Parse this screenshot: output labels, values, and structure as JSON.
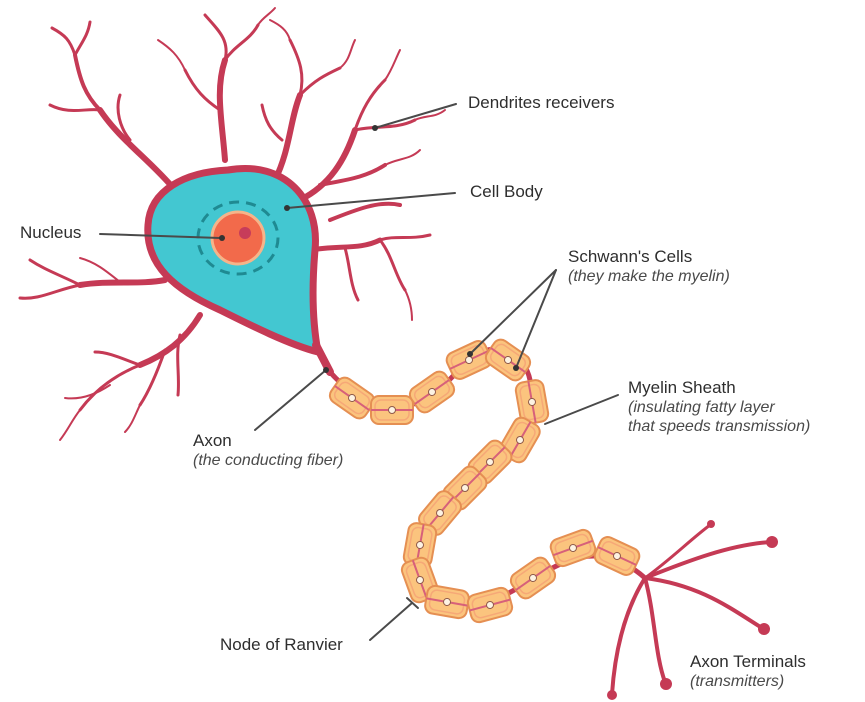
{
  "labels": {
    "dendrites": "Dendrites receivers",
    "cell_body": "Cell Body",
    "nucleus": "Nucleus",
    "schwann_title": "Schwann's Cells",
    "schwann_sub": "(they make the myelin)",
    "myelin_title": "Myelin Sheath",
    "myelin_sub_1": "(insulating fatty layer",
    "myelin_sub_2": "that speeds transmission)",
    "axon_title": "Axon",
    "axon_sub": "(the conducting fiber)",
    "node": "Node of Ranvier",
    "terminals_title": "Axon Terminals",
    "terminals_sub": "(transmitters)"
  },
  "colors": {
    "nerve": "#c53a55",
    "cell_body_fill": "#43c7d1",
    "nucleus": "#f26a4b",
    "nucleolus": "#c73c5a",
    "myelin_fill": "#fbc47e",
    "myelin_stroke": "#e58f53",
    "text": "#2e2e2e"
  }
}
